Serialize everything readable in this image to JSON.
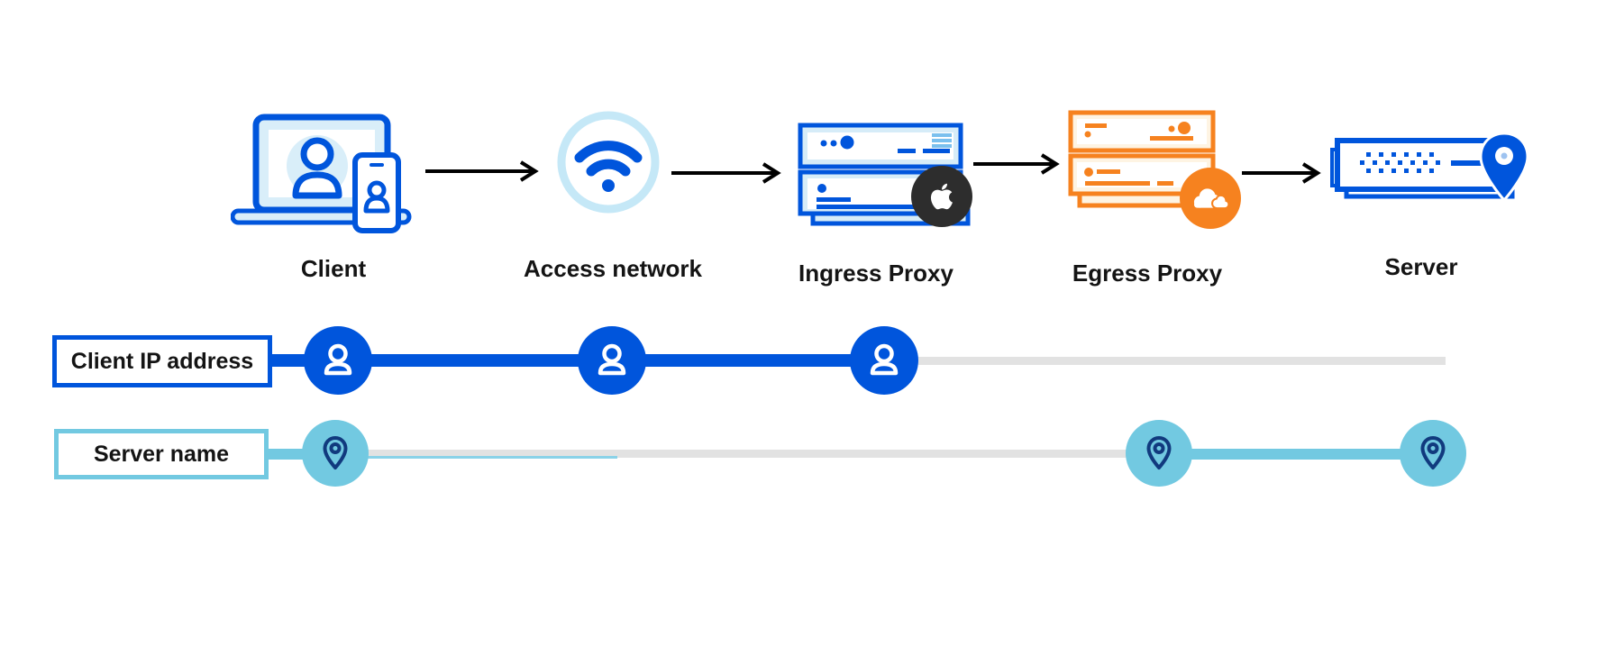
{
  "diagram_title": "",
  "colors": {
    "blue": "#0055DC",
    "light_blue_fill": "#D9EEF9",
    "wifi_ring": "#C5E8F7",
    "cyan": "#72C9E1",
    "navy_pin": "#113A7E",
    "orange": "#F6821F",
    "orange_fill": "#FEF4E3",
    "apple_black": "#2D2D2D",
    "grey_track": "#E2E2E2",
    "label_text": "#141414"
  },
  "flow": {
    "nodes": [
      {
        "label": "Client",
        "icon": "laptop-phone-user-icon"
      },
      {
        "label": "Access network",
        "icon": "wifi-icon"
      },
      {
        "label": "Ingress Proxy",
        "icon": "server-rack-blue-icon",
        "badge": "apple-logo"
      },
      {
        "label": "Egress Proxy",
        "icon": "server-rack-orange-icon",
        "badge": "cloudflare-logo"
      },
      {
        "label": "Server",
        "icon": "server-location-icon"
      }
    ],
    "connector": "arrow-right"
  },
  "timelines": [
    {
      "label": "Client IP address",
      "color": "#0055DC",
      "marker": "user-icon",
      "stops": [
        "Client",
        "Access network",
        "Ingress Proxy"
      ]
    },
    {
      "label": "Server name",
      "color": "#72C9E1",
      "marker": "location-pin-icon",
      "stops": [
        "Client",
        "Egress Proxy",
        "Server"
      ]
    }
  ]
}
